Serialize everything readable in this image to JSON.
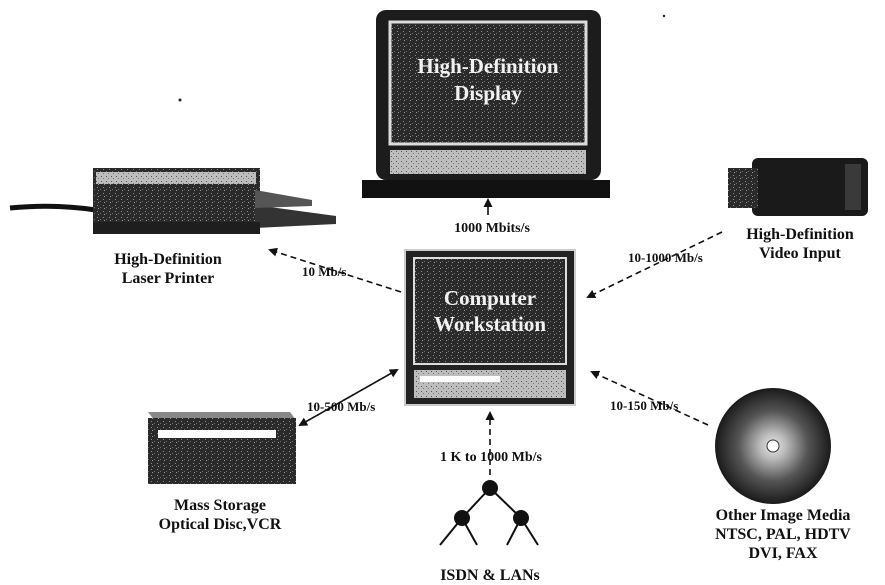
{
  "display": {
    "line1": "High-Definition",
    "line2": "Display"
  },
  "workstation": {
    "line1": "Computer",
    "line2": "Workstation"
  },
  "printer": {
    "line1": "High-Definition",
    "line2": "Laser Printer"
  },
  "video_input": {
    "line1": "High-Definition",
    "line2": "Video Input"
  },
  "storage": {
    "line1": "Mass Storage",
    "line2": "Optical Disc,VCR"
  },
  "network": {
    "label": "ISDN & LANs"
  },
  "media": {
    "line1": "Other Image Media",
    "line2": "NTSC, PAL, HDTV",
    "line3": "DVI, FAX"
  },
  "rates": {
    "display": "1000 Mbits/s",
    "printer": "10 Mb/s",
    "video": "10-1000 Mb/s",
    "storage": "10-500 Mb/s",
    "network": "1 K to 1000 Mb/s",
    "media": "10-150 Mb/s"
  }
}
